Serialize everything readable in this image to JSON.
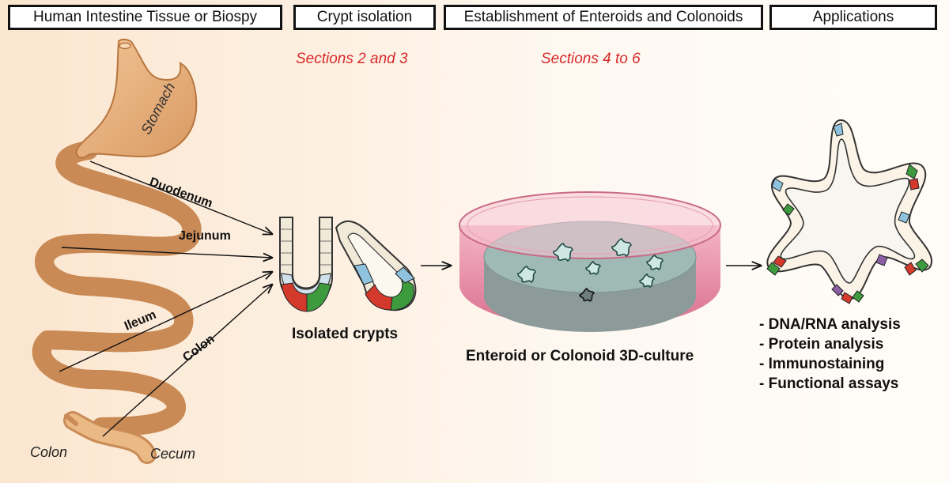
{
  "headers": [
    "Human Intestine Tissue or Biospy",
    "Crypt isolation",
    "Establishment of Enteroids and Colonoids",
    "Applications"
  ],
  "sections": [
    "Sections 2 and 3",
    "Sections 4 to 6"
  ],
  "organs": {
    "stomach": "Stomach",
    "duodenum": "Duodenum",
    "jejunum": "Jejunum",
    "ileum": "Ileum",
    "colon_segment": "Colon",
    "colon_end": "Colon",
    "cecum": "Cecum"
  },
  "captions": {
    "crypts": "Isolated crypts",
    "culture": "Enteroid or Colonoid 3D-culture"
  },
  "applications": [
    "- DNA/RNA analysis",
    "- Protein analysis",
    "- Immunostaining",
    "- Functional assays"
  ],
  "colors": {
    "accent_red": "#d82a2a",
    "intestine": "#e9b482",
    "dish_rim": "#e88ca6",
    "culture_medium": "#9fb9b4"
  }
}
